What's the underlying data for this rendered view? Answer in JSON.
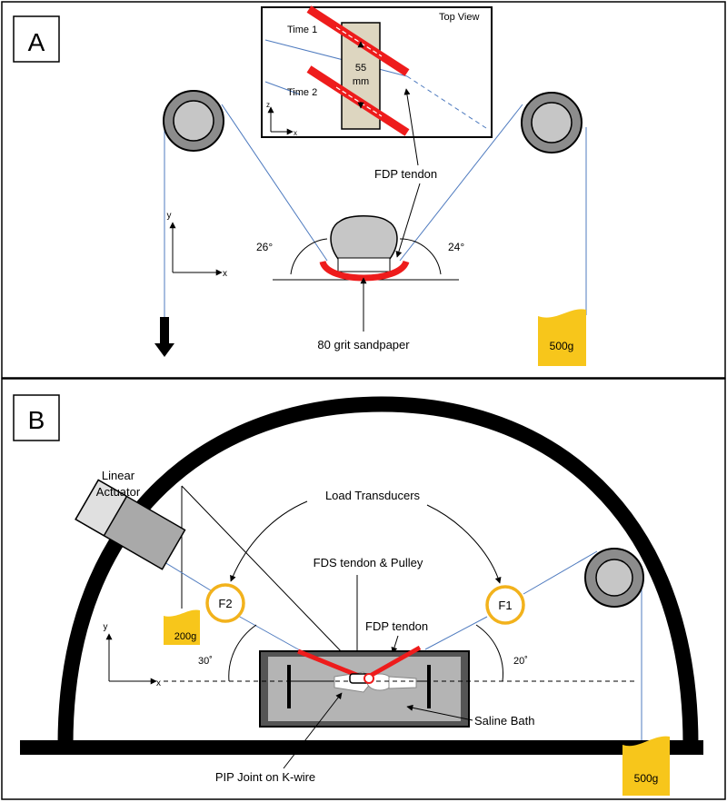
{
  "panel_a": {
    "label": "A",
    "inset": {
      "title": "Top View",
      "time1": "Time 1",
      "time2": "Time 2",
      "distance": "55",
      "distance_unit": "mm",
      "axis_z": "z",
      "axis_x": "x"
    },
    "fdp_tendon": "FDP tendon",
    "axis_y": "y",
    "axis_x": "x",
    "angle_left": "26°",
    "angle_right": "24°",
    "sandpaper": "80 grit sandpaper",
    "weight": "500g"
  },
  "panel_b": {
    "label": "B",
    "linear_actuator_1": "Linear",
    "linear_actuator_2": "Actuator",
    "load_transducers": "Load Transducers",
    "fds_tendon_pulley": "FDS tendon & Pulley",
    "fdp_tendon": "FDP tendon",
    "f2": "F2",
    "f1": "F1",
    "weight_small": "200g",
    "angle_left": "30˚",
    "angle_right": "20˚",
    "axis_y": "y",
    "axis_x": "x",
    "saline_bath": "Saline Bath",
    "pip_joint": "PIP Joint on K-wire",
    "weight": "500g"
  },
  "colors": {
    "tendon_red": "#ee1c1c",
    "weight_gold": "#f7c61b",
    "ring_gold": "#f2b21c",
    "string_blue": "#4f7bbf",
    "pulley_gray": "#8c8c8c",
    "pulley_light": "#c6c6c6",
    "bone_tan": "#ddd6c0",
    "bath_gray": "#b4b4b4"
  }
}
